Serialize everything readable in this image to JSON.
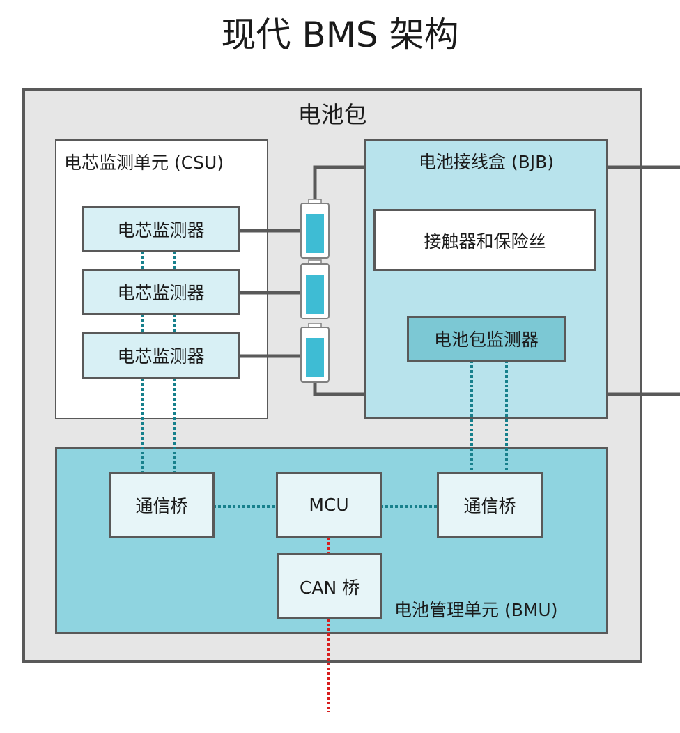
{
  "title": "现代 BMS 架构",
  "pack": {
    "label": "电池包"
  },
  "csu": {
    "label": "电芯监测单元 (CSU)",
    "monitors": [
      "电芯监测器",
      "电芯监测器",
      "电芯监测器"
    ]
  },
  "bjb": {
    "label": "电池接线盒 (BJB)",
    "contactors_fuses": "接触器和保险丝",
    "pack_monitor": "电池包监测器"
  },
  "bmu": {
    "label": "电池管理单元 (BMU)",
    "comm_bridge_left": "通信桥",
    "mcu": "MCU",
    "comm_bridge_right": "通信桥",
    "can_bridge": "CAN 桥"
  },
  "colors": {
    "outline": "#595959",
    "pack_fill": "#e6e6e6",
    "bjb_fill": "#b8e3ec",
    "bmu_fill": "#8fd4e0",
    "cell_fill": "#3ebcd4",
    "comm_link": "#17808c",
    "can_link": "#d81e1e"
  }
}
